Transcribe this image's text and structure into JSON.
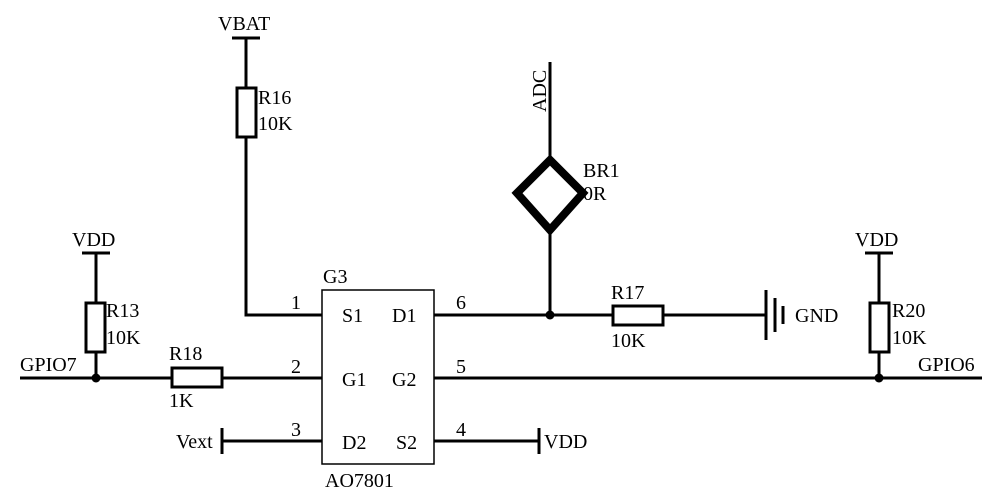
{
  "chip": {
    "ref": "G3",
    "part": "AO7801",
    "pins": {
      "s1": {
        "name": "S1",
        "num": "1"
      },
      "g1": {
        "name": "G1",
        "num": "2"
      },
      "d2": {
        "name": "D2",
        "num": "3"
      },
      "d1": {
        "name": "D1",
        "num": "6"
      },
      "g2": {
        "name": "G2",
        "num": "5"
      },
      "s2": {
        "name": "S2",
        "num": "4"
      }
    }
  },
  "resistors": {
    "r16": {
      "ref": "R16",
      "value": "10K"
    },
    "r13": {
      "ref": "R13",
      "value": "10K"
    },
    "r18": {
      "ref": "R18",
      "value": "1K"
    },
    "r17": {
      "ref": "R17",
      "value": "10K"
    },
    "r20": {
      "ref": "R20",
      "value": "10K"
    }
  },
  "bridge": {
    "ref": "BR1",
    "value": "0R"
  },
  "nets": {
    "vbat": "VBAT",
    "vdd_left": "VDD",
    "vdd_right": "VDD",
    "vdd_s2": "VDD",
    "adc": "ADC",
    "gnd": "GND",
    "gpio7": "GPIO7",
    "gpio6": "GPIO6",
    "vext": "Vext"
  }
}
